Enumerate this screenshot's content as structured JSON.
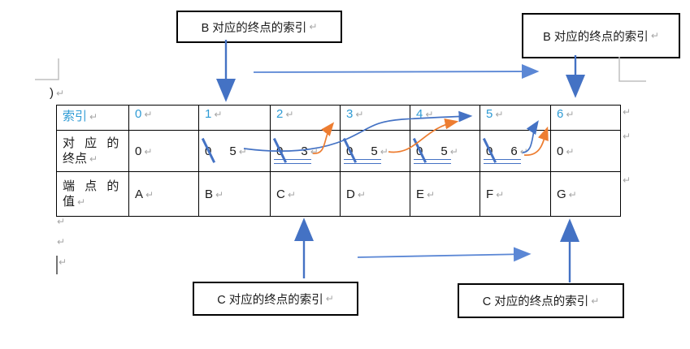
{
  "callouts": {
    "top_left": {
      "text": "B 对应的终点的索引"
    },
    "top_right": {
      "text": "B 对应的终点的索引"
    },
    "bottom_left": {
      "text": "C 对应的终点的索引"
    },
    "bottom_right": {
      "text": "C 对应的终点的索引"
    }
  },
  "marks": {
    "pilcrow": "↵",
    "stray_text": ")"
  },
  "table": {
    "header": {
      "label": "索引",
      "cells": [
        "0",
        "1",
        "2",
        "3",
        "4",
        "5",
        "6"
      ]
    },
    "endpoints": {
      "label_line1": "对 应 的",
      "label_line2": "终点",
      "cells": [
        {
          "first": "0",
          "second": ""
        },
        {
          "first": "0",
          "second": "5"
        },
        {
          "first": "0",
          "second": "3"
        },
        {
          "first": "0",
          "second": "5"
        },
        {
          "first": "0",
          "second": "5"
        },
        {
          "first": "0",
          "second": "6"
        },
        {
          "first": "0",
          "second": ""
        }
      ]
    },
    "values": {
      "label_line1": "端 点 的",
      "label_line2": "值",
      "cells": [
        "A",
        "B",
        "C",
        "D",
        "E",
        "F",
        "G"
      ]
    }
  },
  "colors": {
    "accent_blue": "#4472C4",
    "accent_blue_light": "#5B87D5",
    "accent_orange": "#ED7D31",
    "header_text_blue": "#2E9BD5",
    "pilcrow_gray": "#A6A6A6",
    "margin_mark_gray": "#BFBFBF"
  }
}
